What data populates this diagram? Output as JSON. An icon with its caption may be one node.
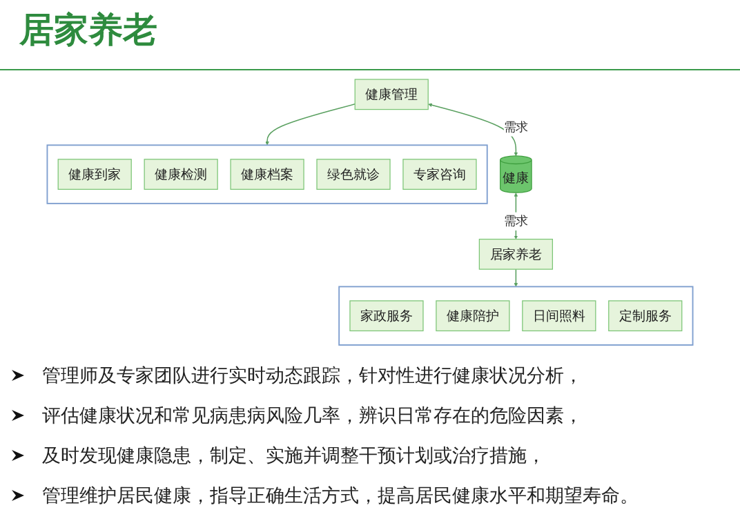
{
  "diagram": {
    "title": "居家养老",
    "nodes": [
      {
        "text": [],
        "shape": "box"
      },
      {
        "text": [
          "健康到家"
        ],
        "in": 0
      },
      {
        "text": [
          "健康检测"
        ],
        "in": 0
      },
      {
        "text": [
          "健康档案"
        ],
        "in": 0
      },
      {
        "text": [
          "绿色就诊"
        ],
        "in": 0
      },
      {
        "text": [
          "专家咨询"
        ],
        "in": 0
      },
      {
        "text": [
          "健康管理"
        ]
      },
      {
        "text": [
          "健康"
        ]
      },
      {
        "text": [
          "居家养老"
        ]
      },
      {
        "text": [],
        "shape": "box"
      },
      {
        "text": [
          "家政服务"
        ],
        "in": 9
      },
      {
        "text": [
          "健康陪护"
        ],
        "in": 9
      },
      {
        "text": [
          "日间照料"
        ],
        "in": 9
      },
      {
        "text": [
          "定制服务"
        ],
        "in": 9
      }
    ],
    "edges": [
      {
        "from": 6,
        "to": 0,
        "arrow": "to"
      },
      {
        "from": 6,
        "to": 7,
        "label": "需求",
        "arrow": "both"
      },
      {
        "from": 7,
        "to": 8,
        "label": "需求",
        "arrow": "both"
      },
      {
        "from": 8,
        "to": 9,
        "arrow": "to"
      }
    ],
    "labels": [
      "管理师及专家团队进行实时动态跟踪，针对性进行健康状况分析，",
      "评估健康状况和常见病患病风险几率，辨识日常存在的危险因素，",
      "及时发现健康隐患，制定、实施并调整干预计划或治疗措施，",
      "管理维护居民健康，指导正确生活方式，提高居民健康水平和期望寿命。"
    ]
  }
}
